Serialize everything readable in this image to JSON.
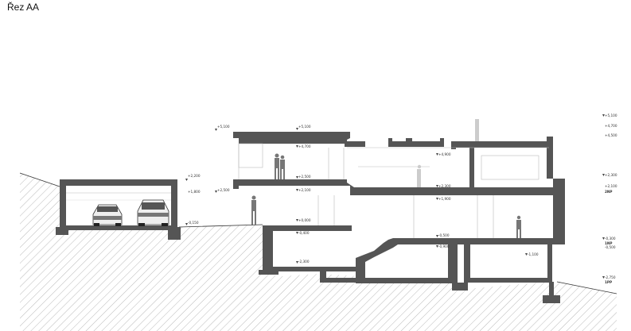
{
  "title": "Řez AA",
  "colors": {
    "wall": "#555555",
    "ground_hatch": "#9a9a9a",
    "line": "#333333"
  },
  "levels_left": {
    "garage_top": "+2,200",
    "garage_low": "+1,800",
    "ground_entry": "-0,150",
    "roof_left": "+5,100",
    "upper_left": "+2,500"
  },
  "levels_mid": {
    "roof_mid_a": "+5,100",
    "roof_mid_b": "+4,700",
    "floor2_top": "+2,500",
    "floor2_bottom": "+2,100",
    "floor1_top": "+0,000",
    "floor1_bottom": "-0,400",
    "floor0": "-2,300"
  },
  "levels_right_mid": {
    "roof_r": "+4,900",
    "floor2_r": "+2,300",
    "floor2_r_b": "+1,900",
    "floor1_r": "-0,500",
    "floor1_r_b": "-0,900",
    "basement_r": "-1,100"
  },
  "levels_right_col": {
    "r1": "+5,100",
    "r2": "+4,700",
    "r3": "+4,500",
    "f2a": "+2,300",
    "f2b": "+2,100",
    "f2_label": "2NP",
    "f1a": "-0,300",
    "f1b": "-0,500",
    "f1_label": "1NP",
    "f0a": "-2,750",
    "f0_label": "1PP"
  }
}
